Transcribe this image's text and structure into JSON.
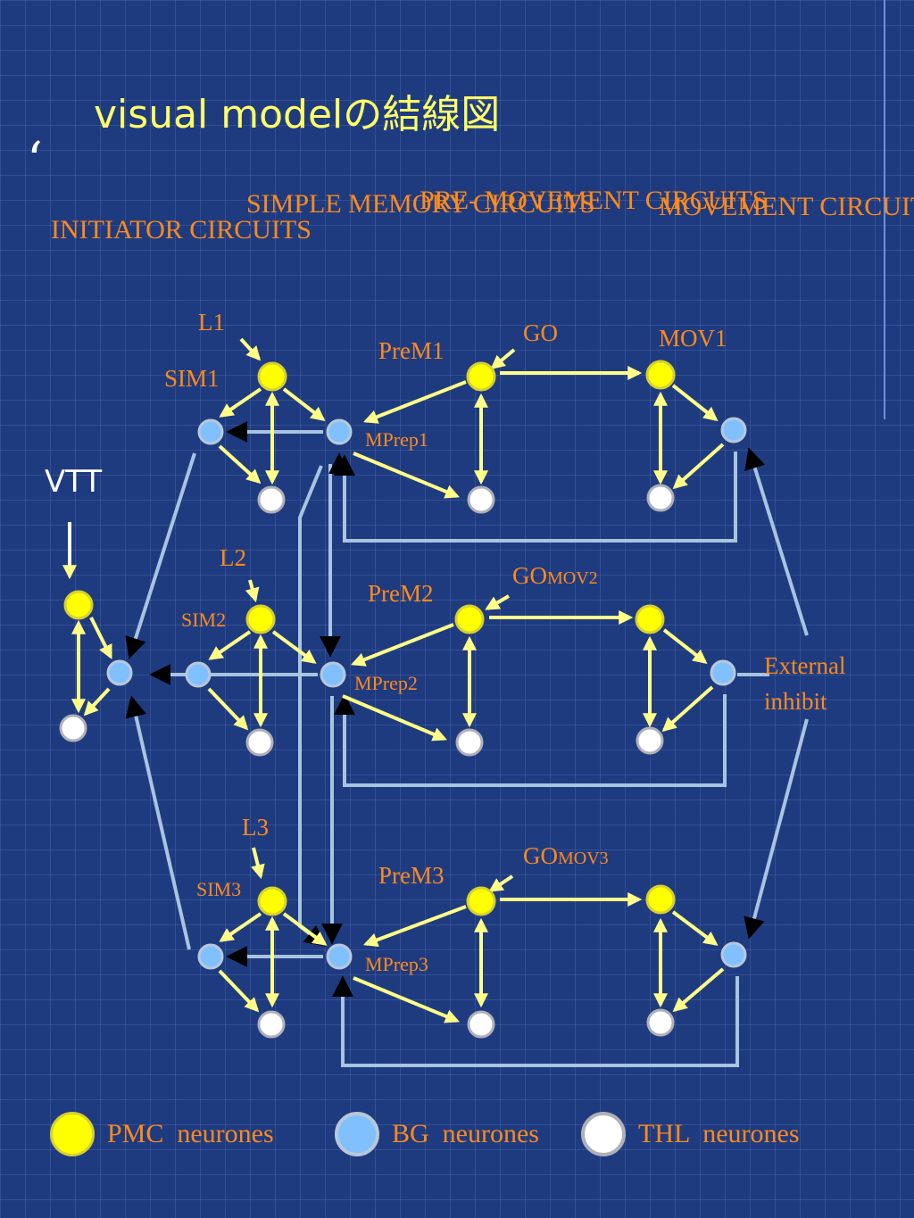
{
  "title": "visual modelの結線図",
  "headers": {
    "initiator": "INITIATOR\nCIRCUITS",
    "simple_memory": "SIMPLE\nMEMORY\nCIRCUITS",
    "pre_movement": "PRE-\nMOVEMENT\nCIRCUITS",
    "movement": "MOVEMENT\nCIRCUITS"
  },
  "labels": {
    "vtt": "VTT",
    "l1": "L1",
    "l2": "L2",
    "l3": "L3",
    "sim1": "SIM1",
    "sim2": "SIM2",
    "sim3": "SIM3",
    "prem1": "PreM1",
    "prem2": "PreM2",
    "prem3": "PreM3",
    "mprep1": "MPrep1",
    "mprep2": "MPrep2",
    "mprep3": "MPrep3",
    "go1": "GO",
    "go2": "GO",
    "go2_sub": "MOV2",
    "go3": "GO",
    "go3_sub": "MOV3",
    "mov1": "MOV1",
    "external_inhibit": "External\ninhibit"
  },
  "legend": [
    {
      "label": "PMC  neurones",
      "type": "pmc"
    },
    {
      "label": "BG  neurones",
      "type": "bg"
    },
    {
      "label": "THL  neurones",
      "type": "thl"
    }
  ],
  "colors": {
    "background": "#1f3b80",
    "pmc": "#ffff00",
    "bg": "#80c0ff",
    "thl": "#ffffff",
    "excitatory_arrow": "#ffff88",
    "inhibitory_line": "#a8c4e0",
    "label": "#ff8a1a",
    "title": "#ffff66"
  }
}
